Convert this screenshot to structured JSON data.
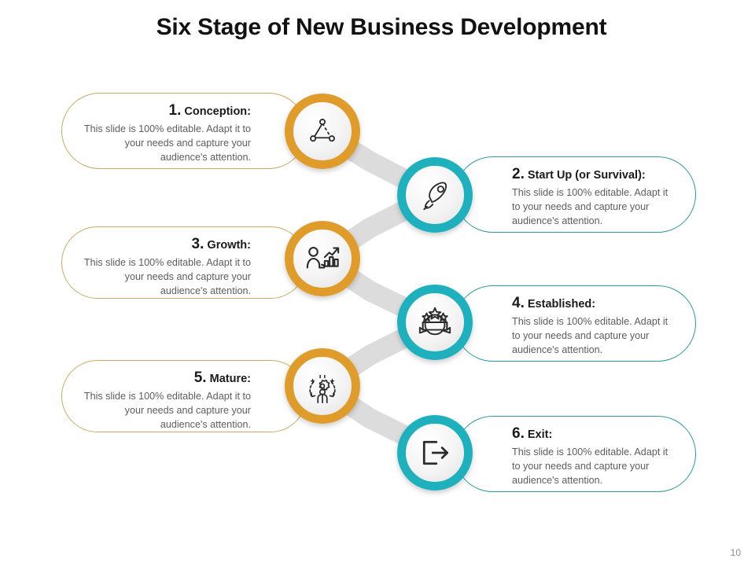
{
  "slide": {
    "title": "Six Stage of New Business Development",
    "page_number": "10",
    "colors": {
      "orange_ring": "#e09c2b",
      "teal_ring": "#1fb0bd",
      "left_border": "#c8ab63",
      "right_border": "#2e9a9d",
      "body_text": "#5d5d5d",
      "title_text": "#121212",
      "connector": "#dcdcdc"
    }
  },
  "stages": [
    {
      "number": "1.",
      "title": "Conception:",
      "body": "This slide is 100% editable. Adapt it to your needs and capture your audience's attention.",
      "side": "left",
      "accent": "orange",
      "icon": "triangle-network-icon"
    },
    {
      "number": "2.",
      "title": "Start Up (or Survival):",
      "body": "This slide is 100% editable. Adapt it to your needs and capture your audience's attention.",
      "side": "right",
      "accent": "teal",
      "icon": "rocket-icon"
    },
    {
      "number": "3.",
      "title": "Growth:",
      "body": "This slide is 100% editable. Adapt it to your needs and capture your audience's attention.",
      "side": "left",
      "accent": "orange",
      "icon": "person-bar-chart-growth-icon"
    },
    {
      "number": "4.",
      "title": "Established:",
      "body": "This slide is 100% editable. Adapt it to your needs and capture your audience's attention.",
      "side": "right",
      "accent": "teal",
      "icon": "award-badge-ribbon-stars-icon"
    },
    {
      "number": "5.",
      "title": "Mature:",
      "body": "This slide is 100% editable. Adapt it to your needs and capture your audience's attention.",
      "side": "left",
      "accent": "orange",
      "icon": "person-gear-cycle-icon"
    },
    {
      "number": "6.",
      "title": "Exit:",
      "body": "This slide is 100% editable. Adapt it to your needs and capture your audience's attention.",
      "side": "right",
      "accent": "teal",
      "icon": "exit-door-arrow-icon"
    }
  ]
}
